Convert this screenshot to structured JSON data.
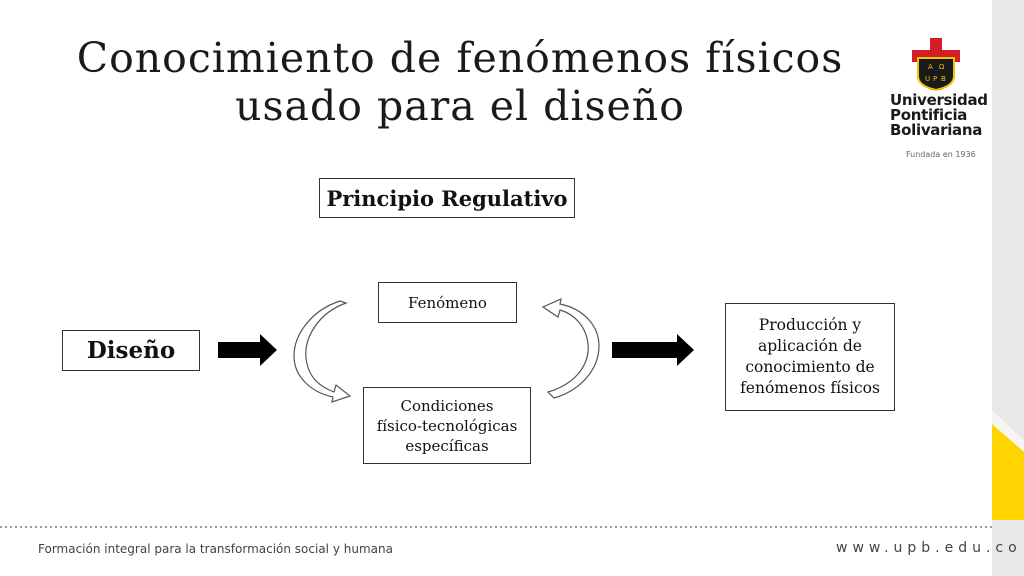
{
  "slide": {
    "title_line1": "Conocimiento de fenómenos físicos",
    "title_line2": "usado para el diseño"
  },
  "diagram": {
    "principio": "Principio Regulativo",
    "diseno": "Diseño",
    "fenomeno": "Fenómeno",
    "condiciones": [
      "Condiciones",
      "físico-tecnológicas",
      "específicas"
    ],
    "produccion": [
      "Producción y",
      "aplicación de",
      "conocimiento de",
      "fenómenos físicos"
    ]
  },
  "logo": {
    "emblem_letters": [
      "A",
      "Ω",
      "U",
      "P",
      "B"
    ],
    "name_lines": [
      "Universidad",
      "Pontificia",
      "Bolivariana"
    ],
    "founded": "Fundada en 1936"
  },
  "footer": {
    "tagline": "Formación integral para la transformación social y humana",
    "website": "www.upb.edu.co"
  },
  "colors": {
    "logo_red": "#d21f26",
    "logo_gold": "#f2c400",
    "accent_yellow": "#ffd400",
    "strip_gray": "#e8e8e8",
    "arrow_fill": "#000000"
  }
}
